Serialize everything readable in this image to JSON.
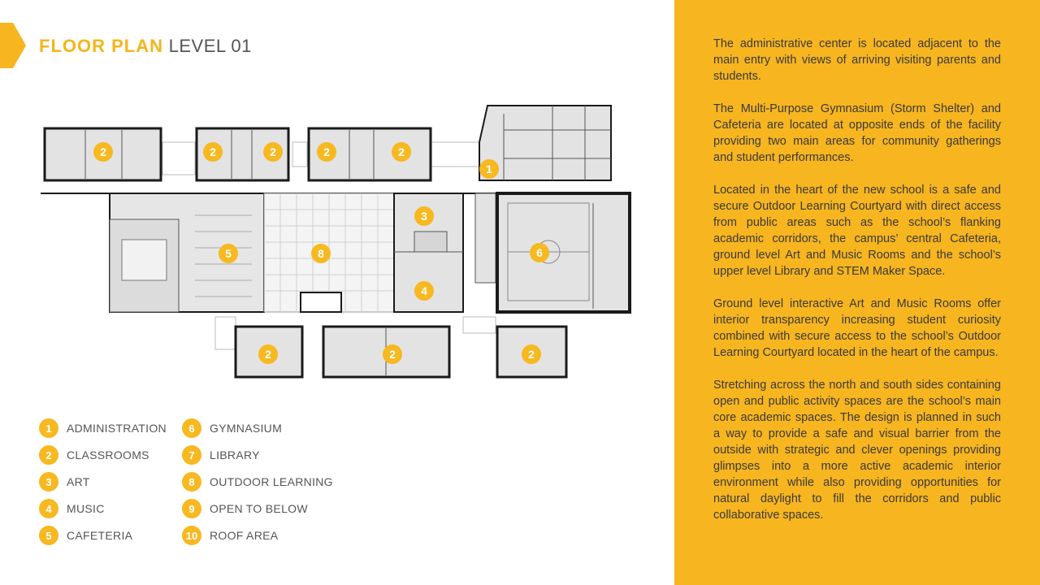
{
  "header": {
    "title_bold": "FLOOR PLAN",
    "title_rest": "LEVEL 01"
  },
  "colors": {
    "accent": "#F7B520",
    "marker": "#F7B820",
    "room_fill": "#e3e3e3",
    "wall": "#1a1a1a"
  },
  "plan": {
    "markers": [
      "2",
      "2",
      "2",
      "2",
      "2",
      "1",
      "5",
      "8",
      "3",
      "4",
      "6",
      "2",
      "2",
      "2"
    ]
  },
  "legend": [
    {
      "num": "1",
      "label": "ADMINISTRATION"
    },
    {
      "num": "2",
      "label": "CLASSROOMS"
    },
    {
      "num": "3",
      "label": "ART"
    },
    {
      "num": "4",
      "label": "MUSIC"
    },
    {
      "num": "5",
      "label": "CAFETERIA"
    },
    {
      "num": "6",
      "label": "GYMNASIUM"
    },
    {
      "num": "7",
      "label": "LIBRARY"
    },
    {
      "num": "8",
      "label": "OUTDOOR LEARNING"
    },
    {
      "num": "9",
      "label": "OPEN TO BELOW"
    },
    {
      "num": "10",
      "label": "ROOF AREA"
    }
  ],
  "description": [
    "The administrative center is located adjacent to the main entry with views of arriving visiting parents and students.",
    "The Multi-Purpose Gymnasium (Storm Shelter) and Cafeteria are located at opposite ends of the facility providing two main areas for community gatherings and student performances.",
    "Located in the heart of the new school is a safe and secure Outdoor Learning Courtyard with direct access from public areas such as the school’s flanking academic corridors, the campus’ central Cafeteria, ground level Art and Music Rooms and the school’s upper level Library and STEM Maker Space.",
    "Ground level interactive Art and Music Rooms offer interior transparency increasing student curiosity combined with secure access to the school’s Outdoor Learning Courtyard located in the heart of the campus.",
    "Stretching across the north and south sides containing open and public activity spaces are the school’s main core academic spaces. The design is planned in such a way to provide a safe and visual barrier from the outside with strategic and clever openings providing glimpses into a more active academic interior environment while also providing opportunities for natural daylight to fill the corridors and public collaborative spaces."
  ]
}
